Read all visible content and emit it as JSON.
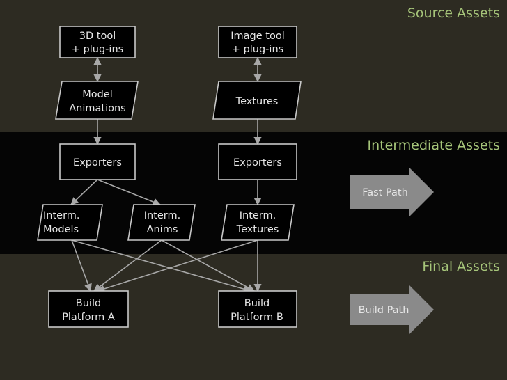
{
  "sections": {
    "source": "Source Assets",
    "intermediate": "Intermediate Assets",
    "final": "Final Assets"
  },
  "nodes": {
    "tool3d": [
      "3D tool",
      "+ plug-ins"
    ],
    "imagetool": [
      "Image tool",
      "+ plug-ins"
    ],
    "model": [
      "Model",
      "Animations"
    ],
    "textures": [
      "Textures"
    ],
    "exporters_a": [
      "Exporters"
    ],
    "exporters_b": [
      "Exporters"
    ],
    "interm_models": [
      "Interm.",
      "Models"
    ],
    "interm_anims": [
      "Interm.",
      "Anims"
    ],
    "interm_textures": [
      "Interm.",
      "Textures"
    ],
    "platform_a": [
      "Build",
      "Platform A"
    ],
    "platform_b": [
      "Build",
      "Platform B"
    ]
  },
  "paths": {
    "fast": "Fast Path",
    "build": "Build Path"
  },
  "colors": {
    "band_dark": "#050505",
    "band_olive": "#2d2b22",
    "accent": "#a6c57a",
    "box_border": "#c8c8c8",
    "text": "#e6e6e6",
    "connector": "#a8a8a8",
    "arrow_fill": "#8a8a8a"
  }
}
